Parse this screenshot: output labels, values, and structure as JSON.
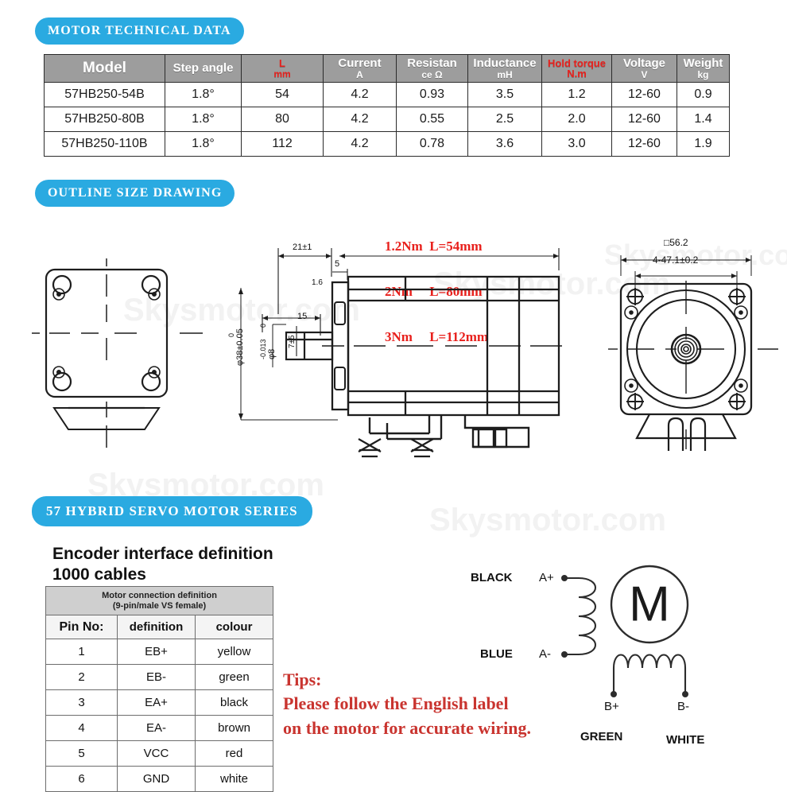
{
  "document": {
    "watermark": "Skysmotor.com",
    "accent_blue": "#2aaae1",
    "accent_red": "#e8201c",
    "tips_red": "#c9342f",
    "header_gray": "#9d9d9d"
  },
  "sections": {
    "motor_technical_data": "MOTOR TECHNICAL DATA",
    "outline_size_drawing": "OUTLINE SIZE DRAWING",
    "hybrid_servo_series": "57 HYBRID SERVO MOTOR SERIES"
  },
  "spec_table": {
    "columns": [
      {
        "line1": "Model",
        "line2": "",
        "red": false,
        "big": true
      },
      {
        "line1": "Step angle",
        "line2": "",
        "red": false,
        "big": false
      },
      {
        "line1": "L",
        "line2": "mm",
        "red": true,
        "big": false
      },
      {
        "line1": "Current",
        "line2": "A",
        "red": false,
        "big": false
      },
      {
        "line1": "Resistan",
        "line2": "ce Ω",
        "red": false,
        "big": false
      },
      {
        "line1": "Inductance",
        "line2": "mH",
        "red": false,
        "big": false
      },
      {
        "line1": "Hold torque",
        "line2": "N.m",
        "red": true,
        "big": false
      },
      {
        "line1": "Voltage",
        "line2": "V",
        "red": false,
        "big": false
      },
      {
        "line1": "Weight",
        "line2": "kg",
        "red": false,
        "big": false
      }
    ],
    "rows": [
      [
        "57HB250-54B",
        "1.8°",
        "54",
        "4.2",
        "0.93",
        "3.5",
        "1.2",
        "12-60",
        "0.9"
      ],
      [
        "57HB250-80B",
        "1.8°",
        "80",
        "4.2",
        "0.55",
        "2.5",
        "2.0",
        "12-60",
        "1.4"
      ],
      [
        "57HB250-110B",
        "1.8°",
        "112",
        "4.2",
        "0.78",
        "3.6",
        "3.0",
        "12-60",
        "1.9"
      ]
    ]
  },
  "outline_drawing": {
    "length_note_lines": [
      "1.2Nm  L=54mm",
      "2Nm     L=80mm",
      "3Nm     L=112mm"
    ],
    "dimensions": {
      "shaft_offset": "21±1",
      "flange_thickness": "5",
      "step": "1.6",
      "shaft_flat_len": "15",
      "pilot_dia": "φ38±0.05",
      "pilot_tol": "0",
      "shaft_dia": "φ8",
      "shaft_tol_top": "0",
      "shaft_tol_bot": "-0.013",
      "keyway": "7±5",
      "body_square": "□56.2",
      "mount_holes": "4-47.1±0.2"
    }
  },
  "encoder": {
    "title_line1": "Encoder interface definition",
    "title_line2": "1000 cables",
    "table_caption_line1": "Motor connection definition",
    "table_caption_line2": "(9-pin/male VS female)",
    "headers": [
      "Pin No:",
      "definition",
      "colour"
    ],
    "rows": [
      [
        "1",
        "EB+",
        "yellow"
      ],
      [
        "2",
        "EB-",
        "green"
      ],
      [
        "3",
        "EA+",
        "black"
      ],
      [
        "4",
        "EA-",
        "brown"
      ],
      [
        "5",
        "VCC",
        "red"
      ],
      [
        "6",
        "GND",
        "white"
      ]
    ]
  },
  "tips": {
    "heading": "Tips:",
    "line1": "Please follow the English label",
    "line2": "on the motor for accurate wiring."
  },
  "wiring_diagram": {
    "motor_symbol": "M",
    "phase_a_plus_wire": "BLACK",
    "phase_a_minus_wire": "BLUE",
    "phase_b_plus_wire": "GREEN",
    "phase_b_minus_wire": "WHITE",
    "terminal_a_plus": "A+",
    "terminal_a_minus": "A-",
    "terminal_b_plus": "B+",
    "terminal_b_minus": "B-"
  }
}
